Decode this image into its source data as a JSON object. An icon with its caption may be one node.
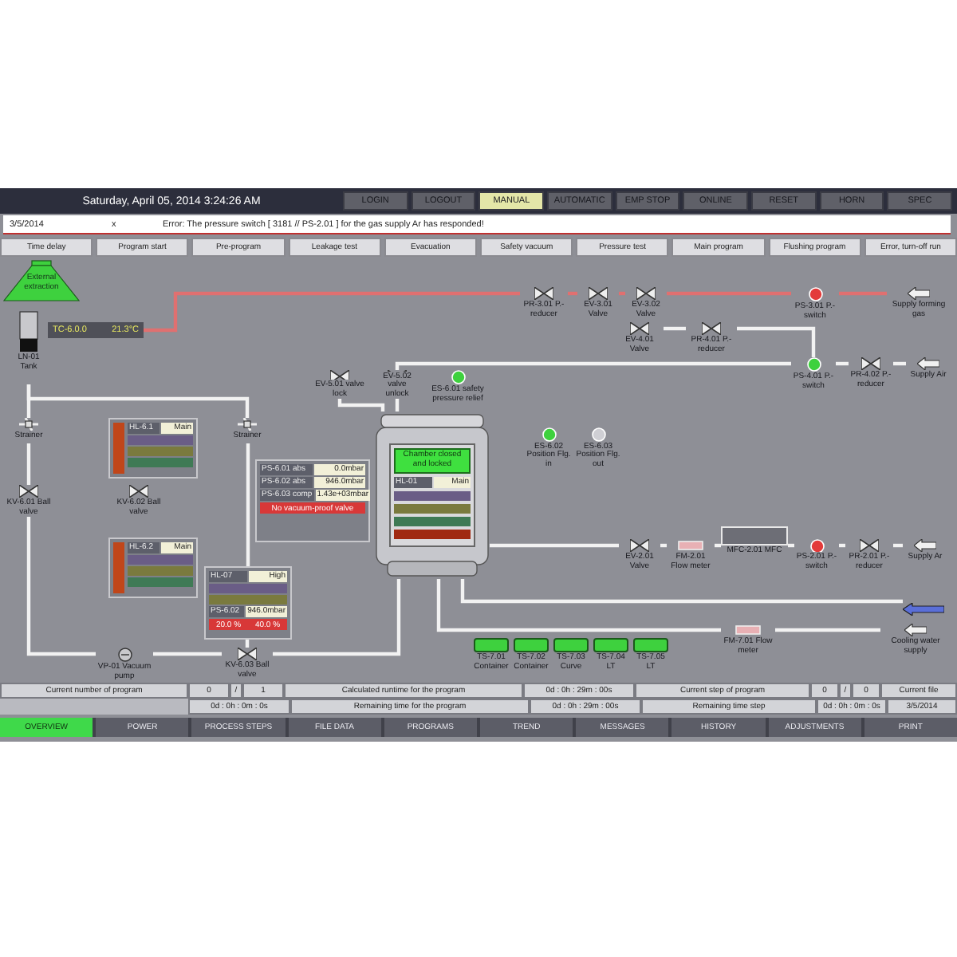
{
  "diagram": {
    "nodes": [
      {
        "text": [
          "External extraction"
        ]
      },
      {
        "text": [
          "LN-01 Tank"
        ]
      },
      {
        "text": [
          "TC-6.0.0",
          "21.3°C"
        ]
      },
      {
        "text": [
          "Strainer"
        ]
      },
      {
        "text": [
          "Strainer"
        ]
      },
      {
        "text": [
          "KV-6.01 Ball valve"
        ]
      },
      {
        "text": [
          "KV-6.02 Ball valve"
        ]
      },
      {
        "text": [
          "HL-6.1",
          "Main"
        ]
      },
      {
        "text": [
          "HL-6.2",
          "Main"
        ]
      },
      {
        "text": [
          "HL-07",
          "High",
          "PS-6.02",
          "946.0mbar",
          "20.0 %",
          "40.0 %"
        ]
      },
      {
        "text": [
          "KV-6.03 Ball valve"
        ]
      },
      {
        "text": [
          "VP-01 Vacuum pump"
        ]
      },
      {
        "text": [
          "PS-6.01 abs",
          "0.0mbar",
          "PS-6.02 abs",
          "946.0mbar",
          "PS-6.03 comp",
          "1.43e+03mbar",
          "No vacuum-proof valve"
        ]
      },
      {
        "text": [
          "Chamber closed and locked",
          "HL-01",
          "Main"
        ]
      },
      {
        "text": [
          "EV-5.01 valve lock"
        ]
      },
      {
        "text": [
          "EV-5.02 valve unlock"
        ]
      },
      {
        "text": [
          "ES-6.01 safety pressure relief"
        ]
      },
      {
        "text": [
          "ES-6.02 Position Flg. in"
        ]
      },
      {
        "text": [
          "ES-6.03 Position Flg. out"
        ]
      },
      {
        "text": [
          "PR-3.01 P.-reducer"
        ]
      },
      {
        "text": [
          "EV-3.01 Valve"
        ]
      },
      {
        "text": [
          "EV-3.02 Valve"
        ]
      },
      {
        "text": [
          "PS-3.01 P.-switch"
        ]
      },
      {
        "text": [
          "Supply forming gas"
        ]
      },
      {
        "text": [
          "EV-4.01 Valve"
        ]
      },
      {
        "text": [
          "PR-4.01 P.-reducer"
        ]
      },
      {
        "text": [
          "PS-4.01 P.-switch"
        ]
      },
      {
        "text": [
          "PR-4.02 P.-reducer"
        ]
      },
      {
        "text": [
          "Supply Air"
        ]
      },
      {
        "text": [
          "EV-2.01 Valve"
        ]
      },
      {
        "text": [
          "FM-2.01 Flow meter"
        ]
      },
      {
        "text": [
          "MFC-2.01 MFC"
        ]
      },
      {
        "text": [
          "PS-2.01 P.-switch"
        ]
      },
      {
        "text": [
          "PR-2.01 P.-reducer"
        ]
      },
      {
        "text": [
          "Supply Ar"
        ]
      },
      {
        "text": [],
        "shape": "arrow"
      },
      {
        "text": [
          "FM-7.01 Flow meter"
        ]
      },
      {
        "text": [
          "Cooling water supply"
        ]
      },
      {
        "text": [
          "TS-7.01 Container"
        ]
      },
      {
        "text": [
          "TS-7.02 Container"
        ]
      },
      {
        "text": [
          "TS-7.03 Curve"
        ]
      },
      {
        "text": [
          "TS-7.04 LT"
        ]
      },
      {
        "text": [
          "TS-7.05 LT"
        ]
      }
    ],
    "edges": [
      {
        "from": 23,
        "to": 22,
        "arrow": "none",
        "color": "#e07070"
      },
      {
        "from": 22,
        "to": 21,
        "arrow": "none",
        "color": "#e07070"
      },
      {
        "from": 21,
        "to": 20,
        "arrow": "none",
        "color": "#e07070"
      },
      {
        "from": 20,
        "to": 19,
        "arrow": "none",
        "color": "#e07070"
      },
      {
        "from": 19,
        "to": 2,
        "arrow": "none",
        "color": "#e07070"
      },
      {
        "from": 1,
        "to": 3,
        "arrow": "none"
      },
      {
        "from": 3,
        "to": 5,
        "arrow": "none"
      },
      {
        "from": 1,
        "to": 4,
        "arrow": "none"
      },
      {
        "from": 4,
        "to": 9,
        "arrow": "none"
      },
      {
        "from": 9,
        "to": 10,
        "arrow": "none"
      },
      {
        "from": 5,
        "to": 11,
        "arrow": "none"
      },
      {
        "from": 11,
        "to": 10,
        "arrow": "none"
      },
      {
        "from": 10,
        "to": 13,
        "arrow": "none"
      },
      {
        "from": 14,
        "to": 13,
        "arrow": "none"
      },
      {
        "from": 15,
        "to": 13,
        "arrow": "none"
      },
      {
        "from": 26,
        "to": 15,
        "arrow": "none"
      },
      {
        "from": 27,
        "to": 26,
        "arrow": "none"
      },
      {
        "from": 28,
        "to": 27,
        "arrow": "none"
      },
      {
        "from": 26,
        "to": 25,
        "arrow": "none"
      },
      {
        "from": 25,
        "to": 24,
        "arrow": "none"
      },
      {
        "from": 13,
        "to": 29,
        "arrow": "none"
      },
      {
        "from": 29,
        "to": 30,
        "arrow": "none"
      },
      {
        "from": 30,
        "to": 31,
        "arrow": "none"
      },
      {
        "from": 31,
        "to": 32,
        "arrow": "none"
      },
      {
        "from": 32,
        "to": 33,
        "arrow": "none"
      },
      {
        "from": 33,
        "to": 34,
        "arrow": "none"
      },
      {
        "from": 13,
        "to": 35,
        "arrow": "none"
      },
      {
        "from": 13,
        "to": 36,
        "arrow": "none"
      },
      {
        "from": 36,
        "to": 37,
        "arrow": "none"
      }
    ],
    "labels": [
      "Saturday, April 05, 2014 3:24:26 AM",
      "LOGIN",
      "LOGOUT",
      "MANUAL",
      "AUTOMATIC",
      "EMP STOP",
      "ONLINE",
      "RESET",
      "HORN",
      "SPEC",
      "3/5/2014",
      "x",
      "Error: The pressure switch [ 3181 // PS-2.01 ] for the gas supply Ar has responded!",
      "Time delay",
      "Program start",
      "Pre-program",
      "Leakage test",
      "Evacuation",
      "Safety vacuum",
      "Pressure test",
      "Main program",
      "Flushing program",
      "Error, turn-off run",
      "Current number of program",
      "0",
      "/",
      "1",
      "Calculated runtime for the program",
      "0d : 0h : 29m : 00s",
      "Current step of program",
      "0",
      "/",
      "0",
      "Current file",
      "0d : 0h : 0m : 0s",
      "Remaining time for the program",
      "0d : 0h : 29m : 00s",
      "Remaining time step",
      "0d : 0h : 0m : 0s",
      "3/5/2014",
      "OVERVIEW",
      "POWER",
      "PROCESS STEPS",
      "FILE DATA",
      "PROGRAMS",
      "TREND",
      "MESSAGES",
      "HISTORY",
      "ADJUSTMENTS",
      "PRINT"
    ]
  }
}
